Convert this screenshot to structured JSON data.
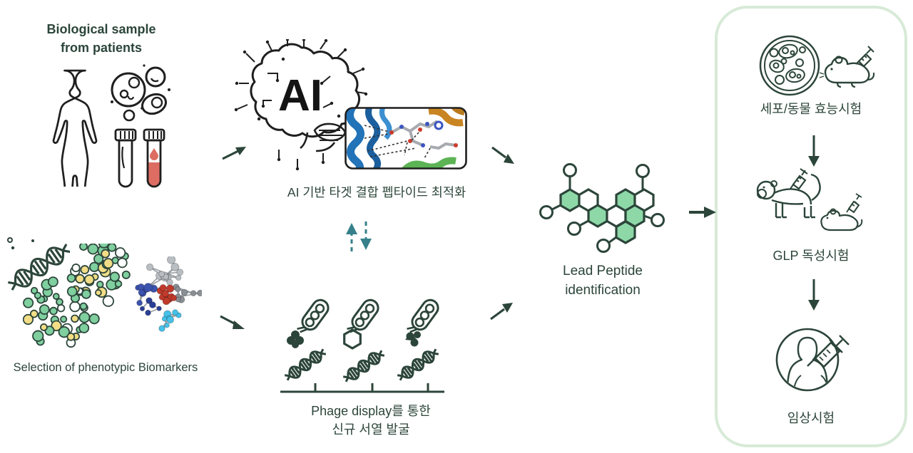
{
  "colors": {
    "dark": "#2c453a",
    "ink": "#1f1f1f",
    "light_green": "#8ed8a8",
    "panel_border": "#d7ead7",
    "teal": "#35808a",
    "blood_red": "#dd6d62"
  },
  "nodes": {
    "biological_sample": {
      "line1": "Biological sample",
      "line2": "from patients"
    },
    "biomarkers": {
      "label": "Selection of phenotypic Biomarkers"
    },
    "ai_optimization": {
      "brain_text": "AI",
      "label": "AI 기반 타겟 결합 펩타이드 최적화"
    },
    "phage_display": {
      "line1": "Phage display를 통한",
      "line2": "신규 서열 발굴"
    },
    "lead_peptide": {
      "line1": "Lead Peptide",
      "line2": "identification"
    }
  },
  "pipeline_panel": {
    "steps": [
      {
        "label": "세포/동물 효능시험"
      },
      {
        "label": "GLP 독성시험"
      },
      {
        "label": "임상시험"
      }
    ]
  }
}
